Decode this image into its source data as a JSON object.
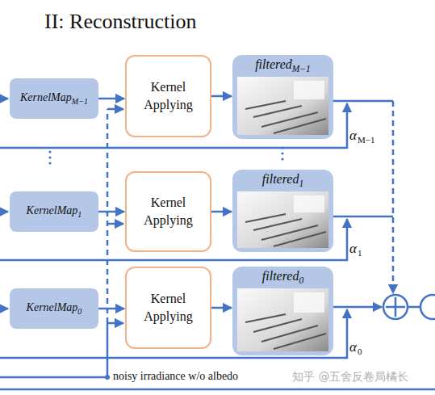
{
  "diagram": {
    "title": "II: Reconstruction",
    "nodes": [
      {
        "text": [
          "KernelMap",
          "M−1"
        ]
      },
      {
        "text": [
          "Kernel Applying"
        ]
      },
      {
        "text": [
          "filtered",
          "M−1"
        ]
      },
      {
        "text": [
          "KernelMap",
          "1"
        ]
      },
      {
        "text": [
          "Kernel Applying"
        ]
      },
      {
        "text": [
          "filtered",
          "1"
        ]
      },
      {
        "text": [
          "KernelMap",
          "0"
        ]
      },
      {
        "text": [
          "Kernel Applying"
        ]
      },
      {
        "text": [
          "filtered",
          "0"
        ]
      }
    ],
    "edges": [
      {
        "from": 0,
        "to": 1,
        "arrow": "to"
      },
      {
        "from": 1,
        "to": 2,
        "arrow": "to"
      },
      {
        "from": 3,
        "to": 4,
        "arrow": "to"
      },
      {
        "from": 4,
        "to": 5,
        "arrow": "to"
      },
      {
        "from": 6,
        "to": 7,
        "arrow": "to"
      },
      {
        "from": 7,
        "to": 8,
        "arrow": "to"
      }
    ],
    "labels": [
      "α",
      "M−1",
      "α",
      "1",
      "α",
      "0",
      "noisy irradiance w/o albedo",
      "知乎 @五舍反卷局橘长"
    ]
  }
}
